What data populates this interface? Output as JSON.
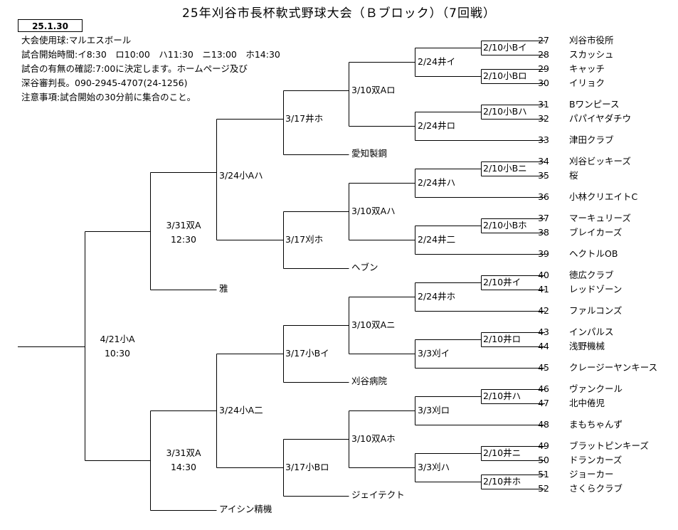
{
  "title": "25年刈谷市長杯軟式野球大会（Ｂブロック）（7回戦）",
  "date_box": "25.1.30",
  "info": {
    "line1": "大会使用球:マルエスボール",
    "line2": "試合開始時間:イ8:30　ロ10:00　ハ11:30　ニ13:00　ホ14:30",
    "line3": "試合の有無の確認:7:00に決定します。ホームページ及び",
    "line4": "深谷審判長。090-2945-4707(24-1256)",
    "line5": "注意事項:試合開始の30分前に集合のこと。"
  },
  "teams": [
    {
      "num": "27",
      "name": "刈谷市役所"
    },
    {
      "num": "28",
      "name": "スカッシュ"
    },
    {
      "num": "29",
      "name": "キャッチ"
    },
    {
      "num": "30",
      "name": "イリョク"
    },
    {
      "num": "31",
      "name": "Bワンピース"
    },
    {
      "num": "32",
      "name": "パパイヤダチウ"
    },
    {
      "num": "33",
      "name": "津田クラブ"
    },
    {
      "num": "34",
      "name": "刈谷ビッキーズ"
    },
    {
      "num": "35",
      "name": "桜"
    },
    {
      "num": "36",
      "name": "小林クリエイトC"
    },
    {
      "num": "37",
      "name": "マーキュリーズ"
    },
    {
      "num": "38",
      "name": "ブレイカーズ"
    },
    {
      "num": "39",
      "name": "ヘクトルOB"
    },
    {
      "num": "40",
      "name": "徳広クラブ"
    },
    {
      "num": "41",
      "name": "レッドゾーン"
    },
    {
      "num": "42",
      "name": "ファルコンズ"
    },
    {
      "num": "43",
      "name": "インパルス"
    },
    {
      "num": "44",
      "name": "浅野機械"
    },
    {
      "num": "45",
      "name": "クレージーヤンキース"
    },
    {
      "num": "46",
      "name": "ヴァンクール"
    },
    {
      "num": "47",
      "name": "北中倦児"
    },
    {
      "num": "48",
      "name": "まもちゃんず"
    },
    {
      "num": "49",
      "name": "ブラットピンキーズ"
    },
    {
      "num": "50",
      "name": "ドランカーズ"
    },
    {
      "num": "51",
      "name": "ジョーカー"
    },
    {
      "num": "52",
      "name": "さくらクラブ"
    }
  ],
  "round1": {
    "m1": "2/10小Bイ",
    "m2": "2/10小Bロ",
    "m3": "2/10小Bハ",
    "m4": "2/10小Bニ",
    "m5": "2/10小Bホ",
    "m6": "2/10井イ",
    "m7": "2/10井ロ",
    "m8": "2/10井ハ",
    "m9": "2/10井ニ",
    "m10": "2/10井ホ"
  },
  "round2": {
    "m1": "2/24井イ",
    "m2": "2/24井ロ",
    "m3": "2/24井ハ",
    "m4": "2/24井二",
    "m5": "2/24井ホ",
    "m6": "3/3刈イ",
    "m7": "3/3刈ロ",
    "m8": "3/3刈ハ"
  },
  "round3": {
    "m1": "3/10双Aロ",
    "m2": "3/10双Aハ",
    "m3": "3/10双Aニ",
    "m4": "3/10双Aホ"
  },
  "seeds": {
    "s1": "愛知製鋼",
    "s2": "ヘブン",
    "s3": "刈谷病院",
    "s4": "ジェイテクト",
    "s5": "雅",
    "s6": "アイシン精機"
  },
  "round4": {
    "m1": "3/17井ホ",
    "m2": "3/17刈ホ",
    "m3": "3/17小Bイ",
    "m4": "3/17小Bロ"
  },
  "round5": {
    "m1": "3/24小Aハ",
    "m2": "3/24小A二"
  },
  "round6": {
    "m1_date": "3/31双A",
    "m1_time": "12:30",
    "m2_date": "3/31双A",
    "m2_time": "14:30"
  },
  "final": {
    "date": "4/21小A",
    "time": "10:30"
  }
}
